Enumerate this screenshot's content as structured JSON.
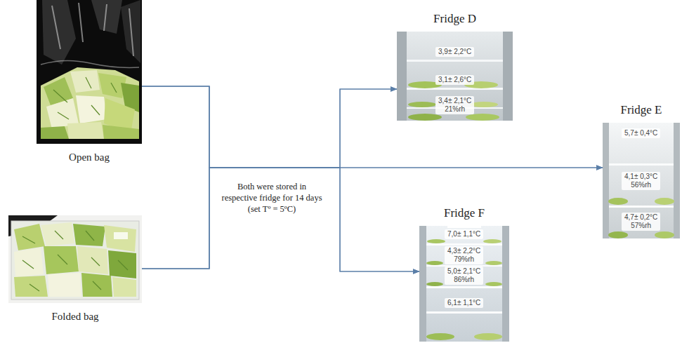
{
  "diagram": {
    "nodes": [
      {
        "text": [
          "Open bag"
        ]
      },
      {
        "text": [
          "Folded bag"
        ]
      },
      {
        "text": [
          "Fridge D"
        ]
      },
      {
        "text": [
          "3,9± 2,2°C"
        ],
        "in": 2
      },
      {
        "text": [
          "3,1± 2,6°C"
        ],
        "in": 2
      },
      {
        "text": [
          "3,4± 2,1°C",
          "21%rh"
        ],
        "in": 2
      },
      {
        "text": [
          "Fridge E"
        ]
      },
      {
        "text": [
          "5,7± 0,4°C"
        ],
        "in": 6
      },
      {
        "text": [
          "4,1± 0,3°C",
          "56%rh"
        ],
        "in": 6
      },
      {
        "text": [
          "4,7± 0,2°C",
          "57%rh"
        ],
        "in": 6
      },
      {
        "text": [
          "Fridge F"
        ]
      },
      {
        "text": [
          "7,0± 1,1°C"
        ],
        "in": 10
      },
      {
        "text": [
          "4,3± 2,2°C",
          "79%rh"
        ],
        "in": 10
      },
      {
        "text": [
          "5,0± 2,1°C",
          "86%rh"
        ],
        "in": 10
      },
      {
        "text": [
          "6,1± 1,1°C"
        ],
        "in": 10
      }
    ],
    "edges": [
      {
        "from": 0,
        "to": 2,
        "arrow": "to"
      },
      {
        "from": 0,
        "to": 6,
        "arrow": "to"
      },
      {
        "from": 0,
        "to": 10,
        "arrow": "to"
      },
      {
        "from": 1,
        "to": 2,
        "arrow": "to"
      },
      {
        "from": 1,
        "to": 6,
        "arrow": "to"
      },
      {
        "from": 1,
        "to": 10,
        "arrow": "to"
      }
    ],
    "labels": [
      "Both were stored in respective fridge for 14 days (set Tº = 5ºC)"
    ]
  }
}
